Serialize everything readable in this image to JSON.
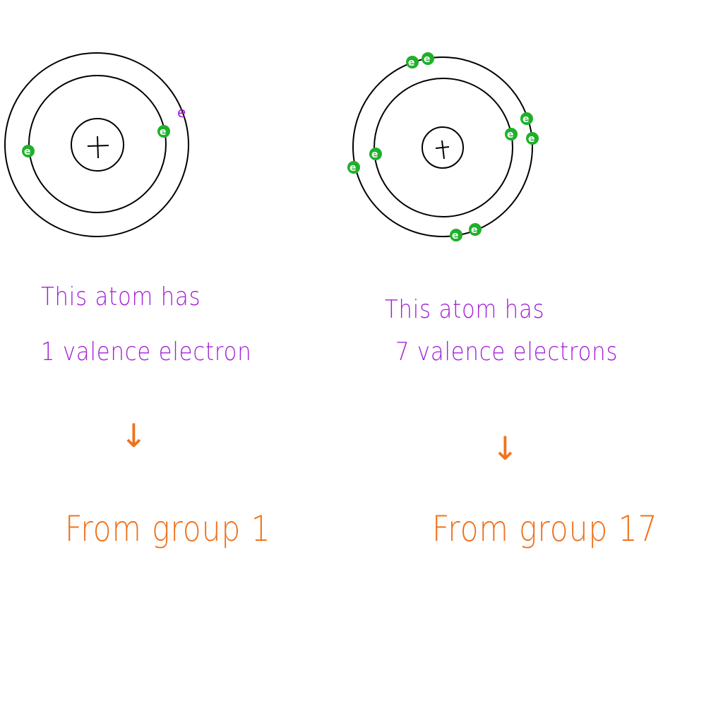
{
  "left_atom": {
    "nucleus_symbol": "+",
    "electron_label": "e",
    "extra_label": "e",
    "caption_line1": "This atom has",
    "caption_line2": "1 valence electron",
    "arrow": "↓",
    "group_text": "From group 1"
  },
  "right_atom": {
    "nucleus_symbol": "+",
    "electron_label": "e",
    "caption_line1": "This atom has",
    "caption_line2": "7 valence electrons",
    "arrow": "↓",
    "group_text": "From group 17"
  },
  "colors": {
    "electron": "#1fb02a",
    "caption": "#a21fd6",
    "group": "#f0721c"
  }
}
